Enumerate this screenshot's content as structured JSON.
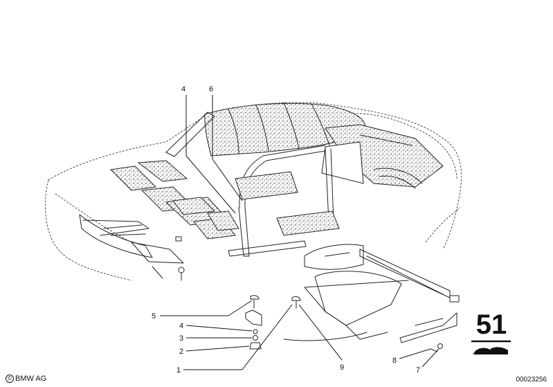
{
  "callouts": [
    {
      "id": "c4-top",
      "label": "4"
    },
    {
      "id": "c6-top",
      "label": "6"
    },
    {
      "id": "c5",
      "label": "5"
    },
    {
      "id": "c4",
      "label": "4"
    },
    {
      "id": "c3",
      "label": "3"
    },
    {
      "id": "c2",
      "label": "2"
    },
    {
      "id": "c1",
      "label": "1"
    },
    {
      "id": "c9",
      "label": "9"
    },
    {
      "id": "c8",
      "label": "8"
    },
    {
      "id": "c7",
      "label": "7"
    }
  ],
  "group_number": "51",
  "copyright": {
    "symbol": "©",
    "text": "BMW AG"
  },
  "image_number": "00023256"
}
